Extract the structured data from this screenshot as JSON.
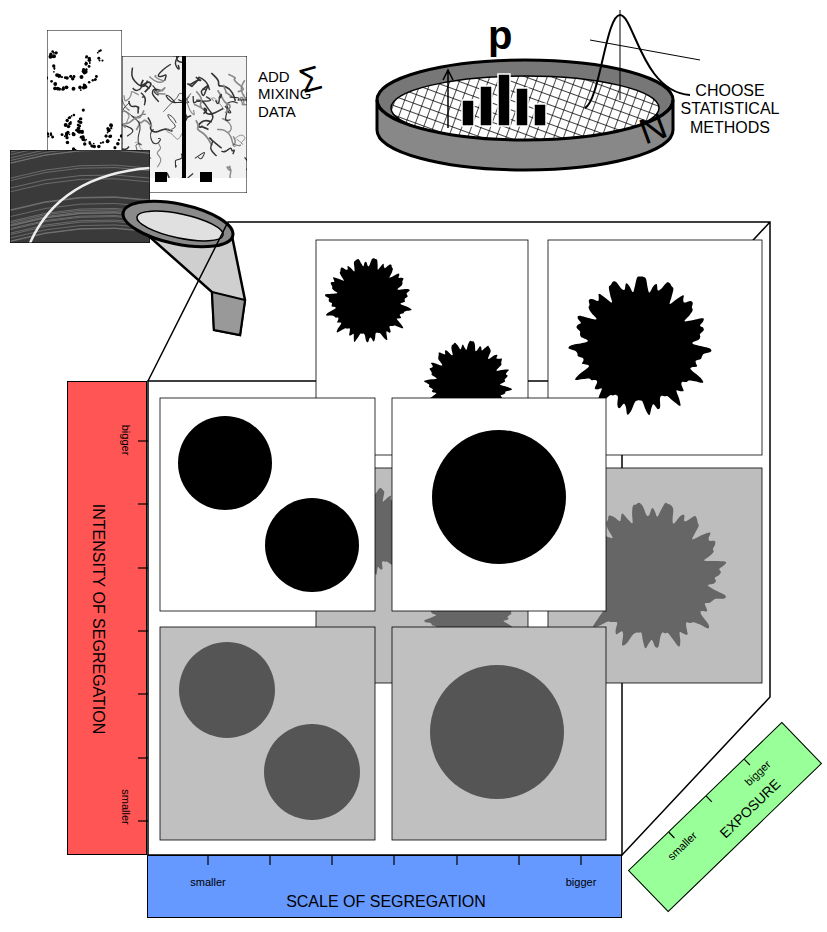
{
  "diagram": {
    "nodes": [
      {
        "text": [
          "INTENSITY OF SEGREGATION",
          "bigger",
          "smaller"
        ]
      },
      {
        "text": [
          "SCALE OF SEGREGATION",
          "smaller",
          "bigger"
        ]
      },
      {
        "text": [
          "EXPOSURE",
          "smaller",
          "bigger"
        ]
      }
    ],
    "labels": [
      "ADD MIXING DATA",
      "CHOOSE STATISTICAL METHODS",
      "Σ",
      "p",
      "N"
    ]
  }
}
